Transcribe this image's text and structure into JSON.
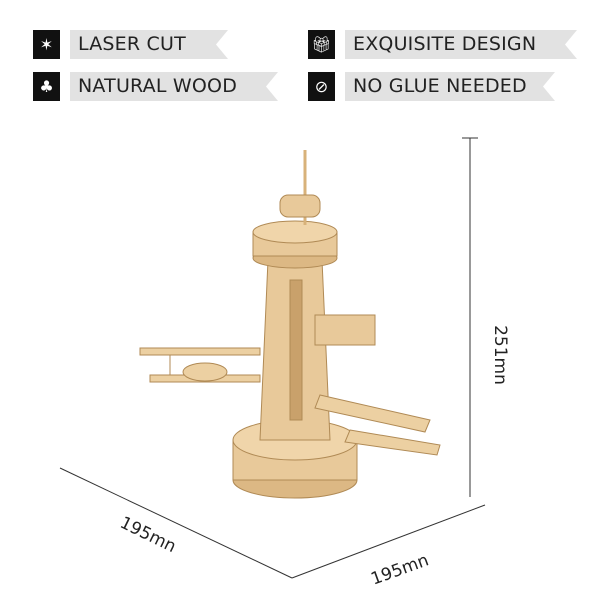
{
  "features": [
    {
      "label": "LASER CUT",
      "icon": "laser-icon"
    },
    {
      "label": "EXQUISITE DESIGN",
      "icon": "gift-box-icon"
    },
    {
      "label": "NATURAL WOOD",
      "icon": "tree-icon"
    },
    {
      "label": "NO GLUE NEEDED",
      "icon": "no-glue-icon"
    }
  ],
  "dimensions": {
    "height": "251mn",
    "depth": "195mn",
    "width": "195mn"
  },
  "colors": {
    "wood": "#e8c99a",
    "wood_dark": "#c9a16b",
    "banner": "#e2e2e2",
    "icon_bg": "#111111"
  }
}
